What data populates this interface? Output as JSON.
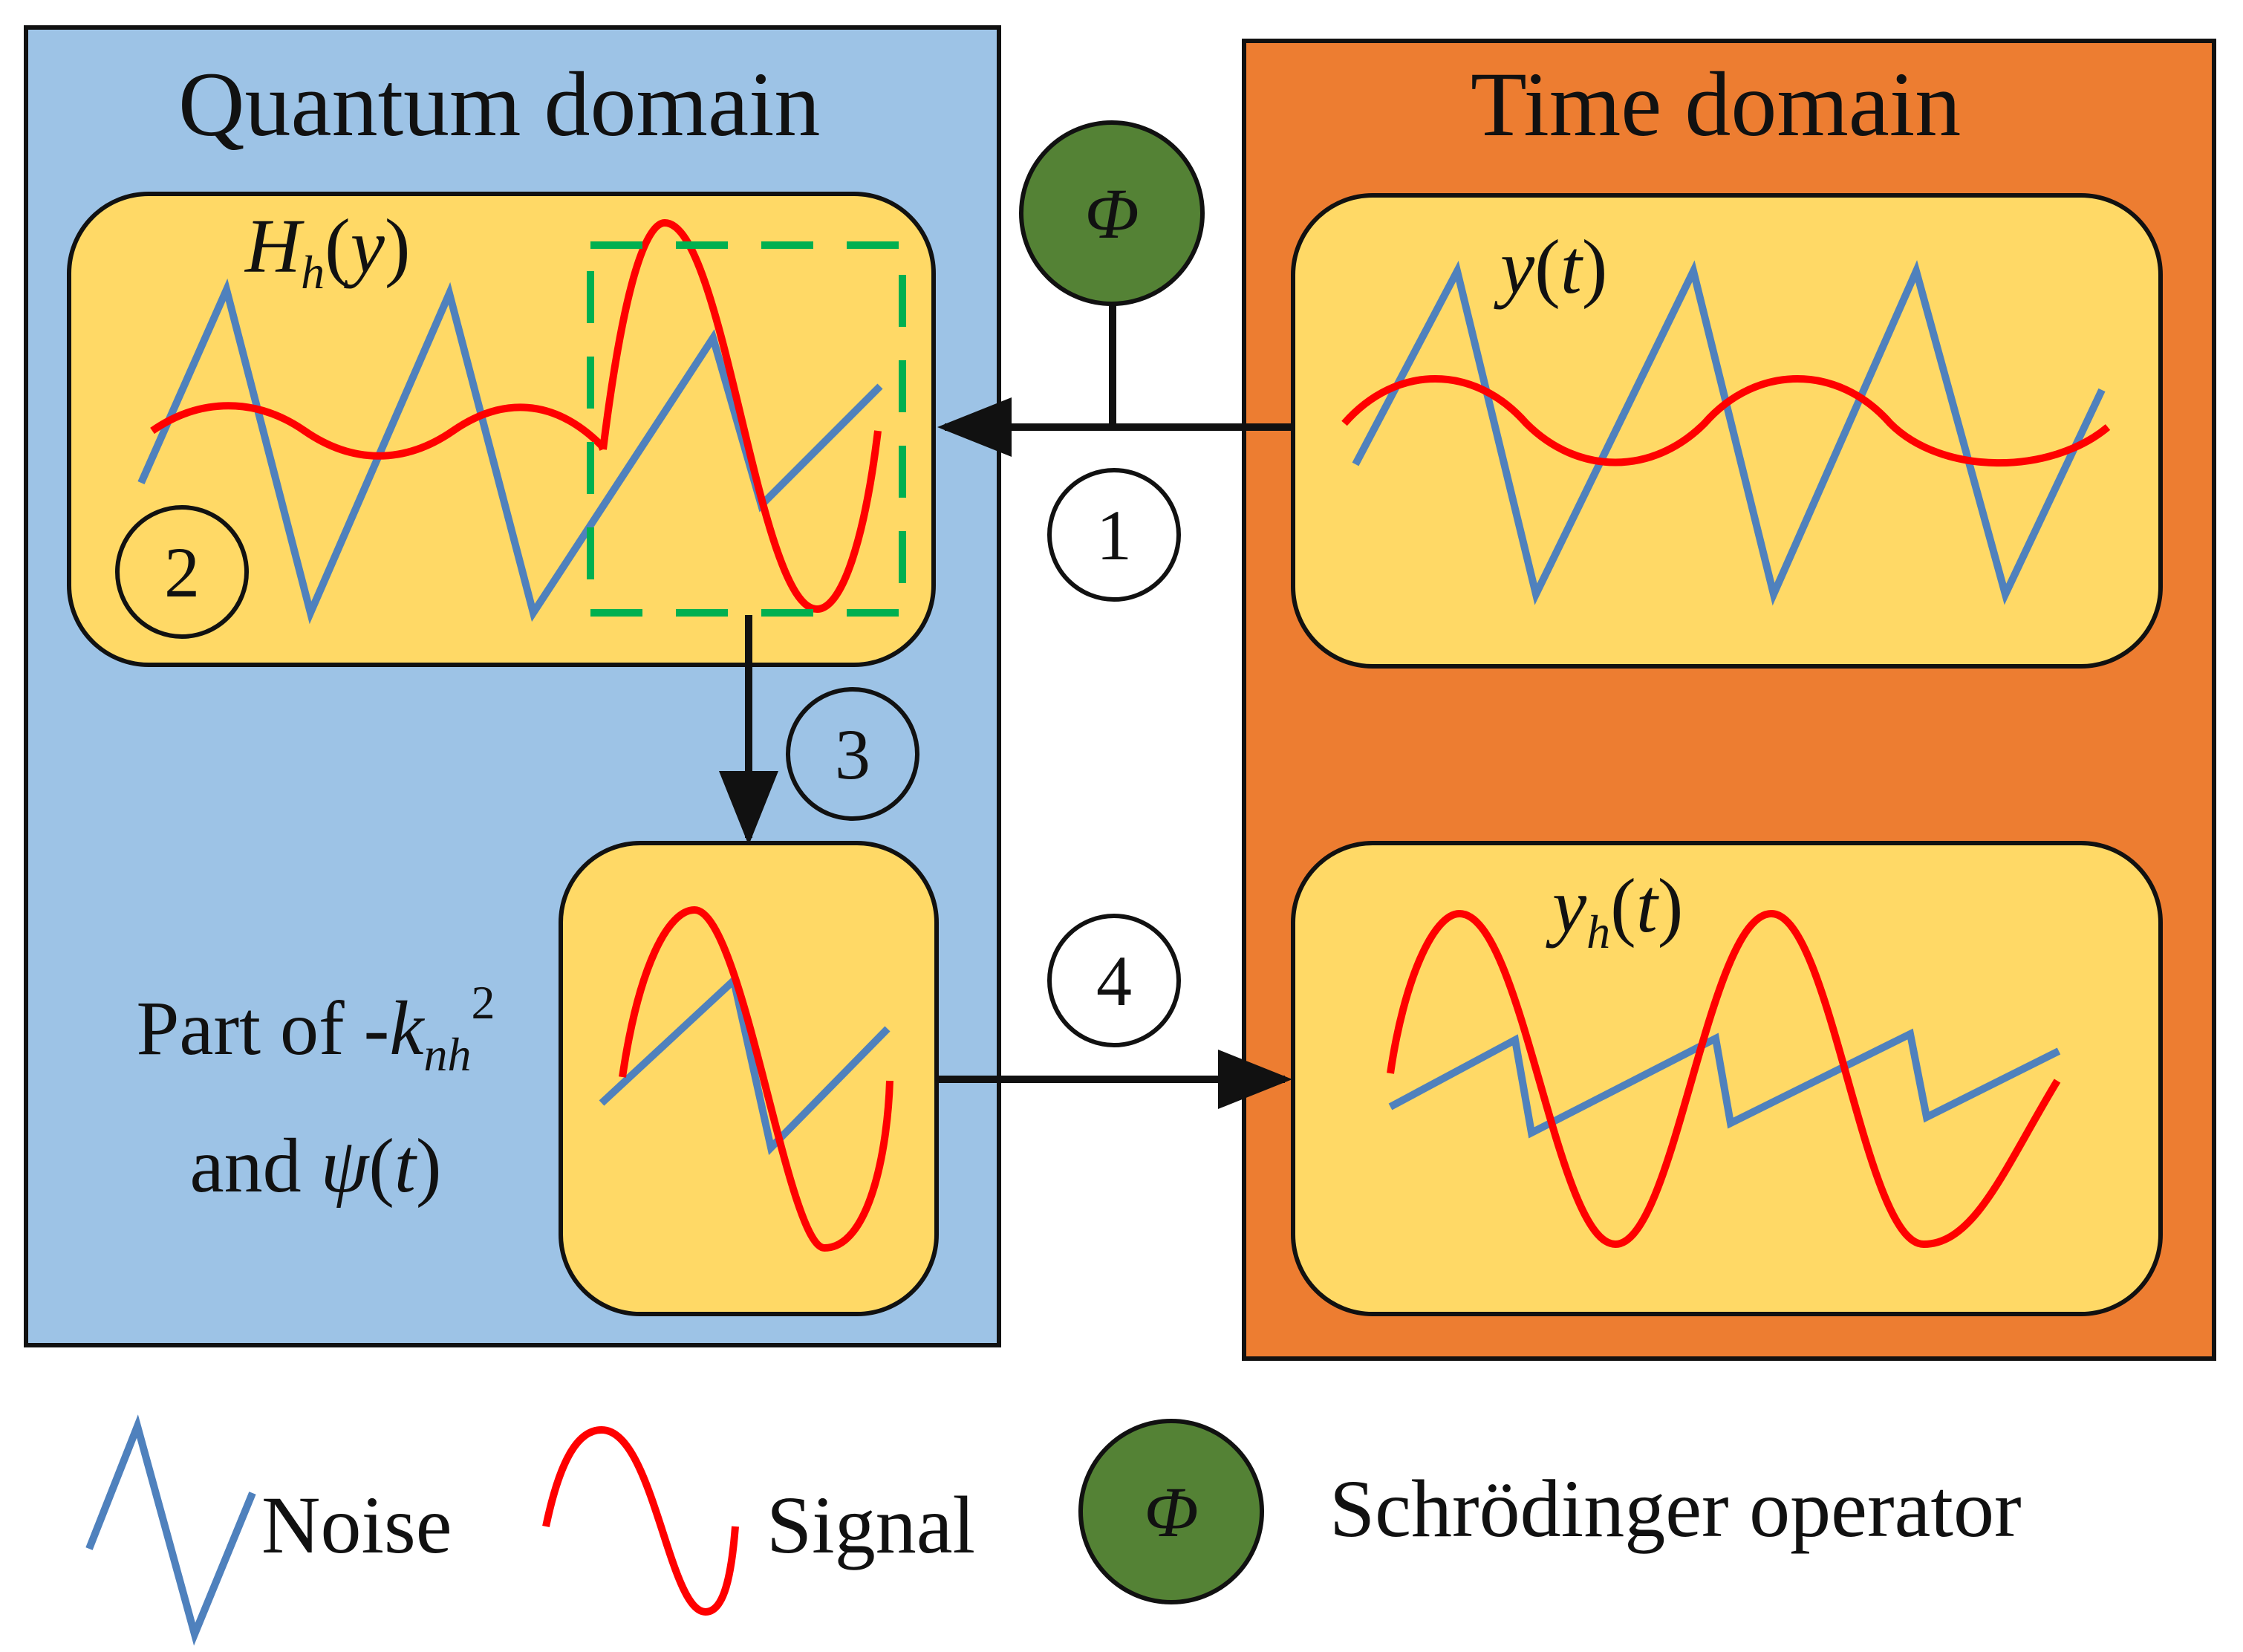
{
  "quantum_panel": {
    "title": "Quantum domain"
  },
  "time_panel": {
    "title": "Time domain"
  },
  "boxes": {
    "hh_y": {
      "label_main": "H",
      "label_sub": "h",
      "label_rest": "(y)"
    },
    "y_t": {
      "label_main": "y",
      "label_rest": "(t)"
    },
    "yh_t": {
      "label_main": "y",
      "label_sub": "h",
      "label_rest": "(t)"
    }
  },
  "part_label": {
    "line1_prefix": "Part of -",
    "line1_var": "k",
    "line1_sub": "nh",
    "line1_sup": "2",
    "line2_prefix": "and ",
    "line2_var": "ψ",
    "line2_rest": "(t)"
  },
  "operator_symbol": "Φ",
  "steps": [
    "1",
    "2",
    "3",
    "4"
  ],
  "legend": {
    "noise": "Noise",
    "signal": "Signal",
    "operator": "Schrödinger operator"
  },
  "colors": {
    "quantum_bg": "#9DC3E6",
    "time_bg": "#ED7D31",
    "box_bg": "#FFD966",
    "noise": "#4F81BD",
    "signal": "#FF0000",
    "operator": "#548235",
    "highlight": "#00B050"
  }
}
